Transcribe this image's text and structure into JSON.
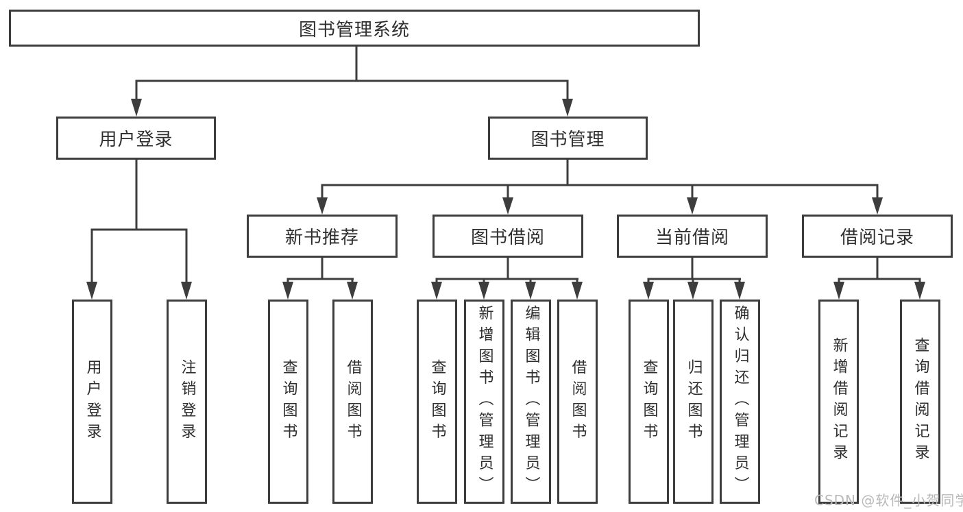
{
  "diagram": {
    "root": {
      "label": "图书管理系统"
    },
    "level2": {
      "user_login": {
        "label": "用户登录",
        "leaves": [
          "用户登录",
          "注销登录"
        ]
      },
      "book_management": {
        "label": "图书管理"
      }
    },
    "level3": {
      "new_book_recommend": {
        "label": "新书推荐",
        "leaves": [
          "查询图书",
          "借阅图书"
        ]
      },
      "book_borrowing": {
        "label": "图书借阅",
        "leaves": [
          "查询图书",
          "新增图书（管理员）",
          "编辑图书（管理员）",
          "借阅图书"
        ]
      },
      "current_borrowing": {
        "label": "当前借阅",
        "leaves": [
          "查询图书",
          "归还图书",
          "确认归还（管理员）"
        ]
      },
      "borrowing_records": {
        "label": "借阅记录",
        "leaves": [
          "新增借阅记录",
          "查询借阅记录"
        ]
      }
    }
  },
  "watermark": {
    "text": "CSDN @软件_小贺同学"
  },
  "colors": {
    "line": "#3d3d3d",
    "box_border": "#3d3d3d",
    "text": "#2e2e2e",
    "watermark": "#b9b9b9",
    "background": "#ffffff"
  }
}
